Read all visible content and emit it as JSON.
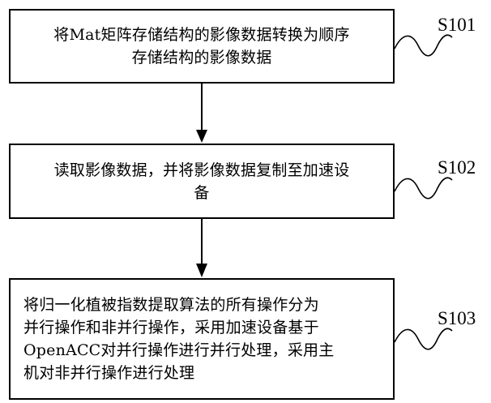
{
  "steps": [
    {
      "id": "S101",
      "label": "S101",
      "lines": [
        "将Mat矩阵存储结构的影像数据转换为顺序",
        "存储结构的影像数据"
      ]
    },
    {
      "id": "S102",
      "label": "S102",
      "lines": [
        "读取影像数据，并将影像数据复制至加速设",
        "备"
      ]
    },
    {
      "id": "S103",
      "label": "S103",
      "lines": [
        "将归一化植被指数提取算法的所有操作分为",
        "并行操作和非并行操作，采用加速设备基于",
        "OpenACC对并行操作进行并行处理，采用主",
        "机对非并行操作进行处理"
      ]
    }
  ]
}
